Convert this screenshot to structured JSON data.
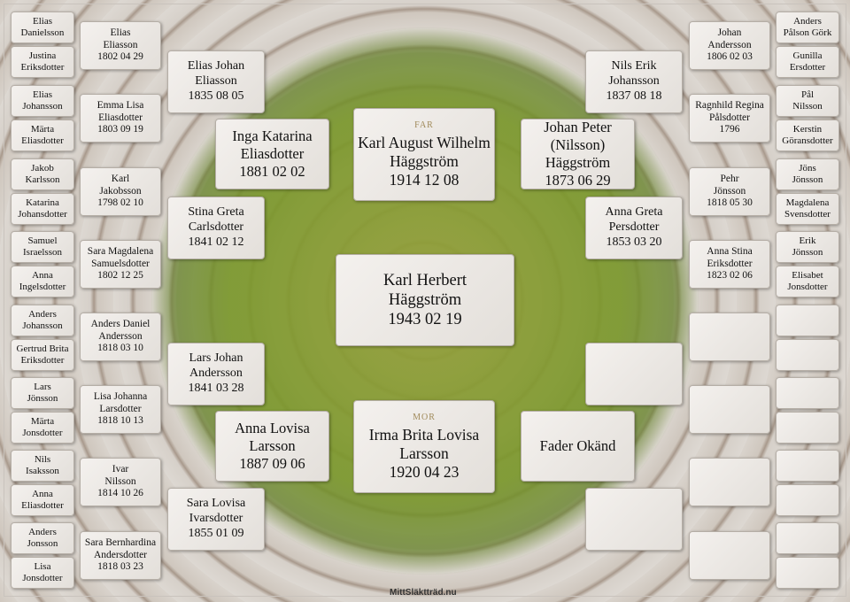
{
  "root": {
    "lines": [
      "Karl Herbert",
      "Häggström",
      "1943 02 19"
    ]
  },
  "father": {
    "role": "FAR",
    "lines": [
      "Karl August Wilhelm",
      "Häggström",
      "1914 12 08"
    ]
  },
  "mother": {
    "role": "MOR",
    "lines": [
      "Irma Brita Lovisa",
      "Larsson",
      "1920 04 23"
    ]
  },
  "left": {
    "gen2": [
      {
        "lines": [
          "Inga Katarina",
          "Eliasdotter",
          "1881 02 02"
        ]
      },
      {
        "lines": [
          "Anna Lovisa",
          "Larsson",
          "1887 09 06"
        ]
      }
    ],
    "gen3": [
      {
        "lines": [
          "Elias Johan",
          "Eliasson",
          "1835 08 05"
        ]
      },
      {
        "lines": [
          "Stina Greta",
          "Carlsdotter",
          "1841 02 12"
        ]
      },
      {
        "lines": [
          "Lars Johan",
          "Andersson",
          "1841 03 28"
        ]
      },
      {
        "lines": [
          "Sara Lovisa",
          "Ivarsdotter",
          "1855 01 09"
        ]
      }
    ],
    "gen4": [
      {
        "lines": [
          "Elias",
          "Eliasson",
          "1802 04 29"
        ]
      },
      {
        "lines": [
          "Emma Lisa",
          "Eliasdotter",
          "1803 09 19"
        ]
      },
      {
        "lines": [
          "Karl",
          "Jakobsson",
          "1798 02 10"
        ]
      },
      {
        "lines": [
          "Sara Magdalena",
          "Samuelsdotter",
          "1802 12 25"
        ]
      },
      {
        "lines": [
          "Anders Daniel",
          "Andersson",
          "1818 03 10"
        ]
      },
      {
        "lines": [
          "Lisa Johanna",
          "Larsdotter",
          "1818 10 13"
        ]
      },
      {
        "lines": [
          "Ivar",
          "Nilsson",
          "1814 10 26"
        ]
      },
      {
        "lines": [
          "Sara Bernhardina",
          "Andersdotter",
          "1818 03 23"
        ]
      }
    ],
    "gen5": [
      {
        "lines": [
          "Elias",
          "Danielsson"
        ]
      },
      {
        "lines": [
          "Justina",
          "Eriksdotter"
        ]
      },
      {
        "lines": [
          "Elias",
          "Johansson"
        ]
      },
      {
        "lines": [
          "Märta",
          "Eliasdotter"
        ]
      },
      {
        "lines": [
          "Jakob",
          "Karlsson"
        ]
      },
      {
        "lines": [
          "Katarina",
          "Johansdotter"
        ]
      },
      {
        "lines": [
          "Samuel",
          "Israelsson"
        ]
      },
      {
        "lines": [
          "Anna",
          "Ingelsdotter"
        ]
      },
      {
        "lines": [
          "Anders",
          "Johansson"
        ]
      },
      {
        "lines": [
          "Gertrud Brita",
          "Eriksdotter"
        ]
      },
      {
        "lines": [
          "Lars",
          "Jönsson"
        ]
      },
      {
        "lines": [
          "Märta",
          "Jonsdotter"
        ]
      },
      {
        "lines": [
          "Nils",
          "Isaksson"
        ]
      },
      {
        "lines": [
          "Anna",
          "Eliasdotter"
        ]
      },
      {
        "lines": [
          "Anders",
          "Jonsson"
        ]
      },
      {
        "lines": [
          "Lisa",
          "Jonsdotter"
        ]
      }
    ]
  },
  "right": {
    "gen2": [
      {
        "lines": [
          "Johan Peter",
          "(Nilsson)",
          "Häggström",
          "1873 06 29"
        ]
      },
      {
        "lines": [
          "Fader Okänd"
        ]
      }
    ],
    "gen3": [
      {
        "lines": [
          "Nils Erik",
          "Johansson",
          "1837 08 18"
        ]
      },
      {
        "lines": [
          "Anna Greta",
          "Persdotter",
          "1853 03 20"
        ]
      },
      {
        "lines": []
      },
      {
        "lines": []
      }
    ],
    "gen4": [
      {
        "lines": [
          "Johan",
          "Andersson",
          "1806 02 03"
        ]
      },
      {
        "lines": [
          "Ragnhild Regina",
          "Pålsdotter",
          "1796"
        ]
      },
      {
        "lines": [
          "Pehr",
          "Jönsson",
          "1818 05 30"
        ]
      },
      {
        "lines": [
          "Anna Stina",
          "Eriksdotter",
          "1823 02 06"
        ]
      },
      {
        "lines": []
      },
      {
        "lines": []
      },
      {
        "lines": []
      },
      {
        "lines": []
      }
    ],
    "gen5": [
      {
        "lines": [
          "Anders",
          "Pålson Görk"
        ]
      },
      {
        "lines": [
          "Gunilla",
          "Ersdotter"
        ]
      },
      {
        "lines": [
          "Pål",
          "Nilsson"
        ]
      },
      {
        "lines": [
          "Kerstin",
          "Göransdotter"
        ]
      },
      {
        "lines": [
          "Jöns",
          "Jönsson"
        ]
      },
      {
        "lines": [
          "Magdalena",
          "Svensdotter"
        ]
      },
      {
        "lines": [
          "Erik",
          "Jönsson"
        ]
      },
      {
        "lines": [
          "Elisabet",
          "Jonsdotter"
        ]
      },
      {
        "lines": []
      },
      {
        "lines": []
      },
      {
        "lines": []
      },
      {
        "lines": []
      },
      {
        "lines": []
      },
      {
        "lines": []
      },
      {
        "lines": []
      },
      {
        "lines": []
      }
    ]
  },
  "footer": {
    "text": "MittSläktträd.nu"
  }
}
